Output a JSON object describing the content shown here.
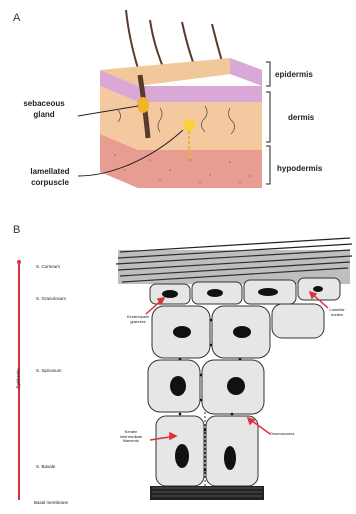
{
  "panel_a": {
    "label": "A",
    "layers": [
      "epidermis",
      "dermis",
      "hypodermis"
    ],
    "sebaceous": [
      "sebaceous",
      "gland"
    ],
    "lamellated": [
      "lamellated",
      "corpuscle"
    ]
  },
  "panel_b": {
    "label": "B",
    "strata": [
      "S. Corneum",
      "S. Granulosum",
      "S. Spinosum",
      "S. Basale"
    ],
    "side_axis": "Epidermis",
    "bottom": "Basal membrane",
    "left_annotations": [
      [
        "Keratohyalin",
        "granules"
      ],
      [
        "Keratin",
        "intermediate",
        "filaments"
      ]
    ],
    "right_annotations": [
      [
        "Lamellar",
        "bodies"
      ],
      [
        "Desmosomes"
      ]
    ]
  },
  "colors": {
    "skin_top": "#f1c89a",
    "epidermis": "#d9a8d6",
    "dermis": "#f5c9a0",
    "hypodermis": "#e89d93",
    "hair": "#5a3a2a",
    "gland": "#f0b429",
    "cell_fill": "#e6e6e6",
    "nucleus": "#111111",
    "accent_red": "#e0303a"
  }
}
